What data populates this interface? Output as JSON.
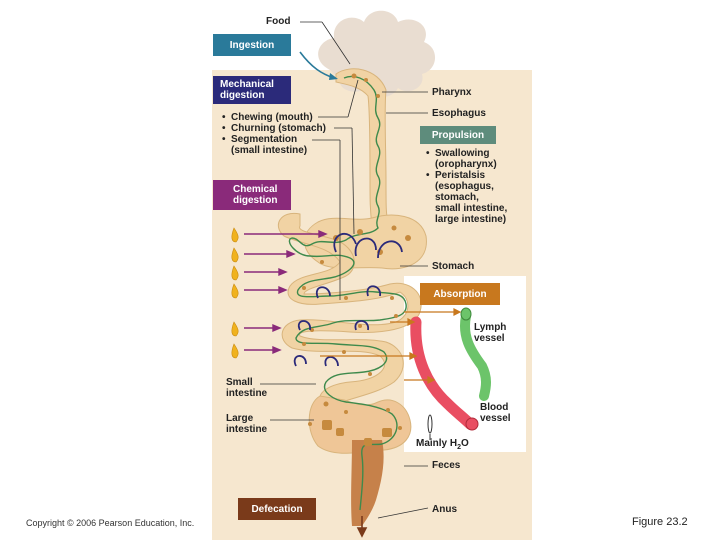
{
  "labels": {
    "food": "Food",
    "pharynx": "Pharynx",
    "esophagus": "Esophagus",
    "stomach": "Stomach",
    "small_intestine": "Small intestine",
    "large_intestine": "Large intestine",
    "lymph_vessel": "Lymph vessel",
    "blood_vessel": "Blood vessel",
    "water": "Mainly H",
    "water_sub": "2",
    "water_end": "O",
    "feces": "Feces",
    "anus": "Anus"
  },
  "processes": {
    "ingestion": "Ingestion",
    "mechanical": "Mechanical digestion",
    "propulsion": "Propulsion",
    "chemical": "Chemical digestion",
    "absorption": "Absorption",
    "defecation": "Defecation"
  },
  "mechanical_items": [
    "Chewing (mouth)",
    "Churning (stomach)",
    "Segmentation",
    "(small intestine)"
  ],
  "propulsion_items": [
    "Swallowing",
    "(oropharynx)",
    "Peristalsis",
    "(esophagus,",
    "stomach,",
    "small intestine,",
    "large intestine)"
  ],
  "footer": {
    "copyright": "Copyright © 2006 Pearson Education, Inc.",
    "figure": "Figure 23.2"
  },
  "colors": {
    "ingestion_box": "#2a7a9a",
    "mechanical_box": "#2b2a7a",
    "propulsion_box": "#5e8c7c",
    "chemical_box": "#8a2a7a",
    "absorption_box": "#c8781e",
    "defecation_box": "#7a3a1a",
    "tract_fill": "#f1d3a4",
    "blood_vessel": "#e94e62",
    "lymph_vessel": "#6cc46a"
  }
}
